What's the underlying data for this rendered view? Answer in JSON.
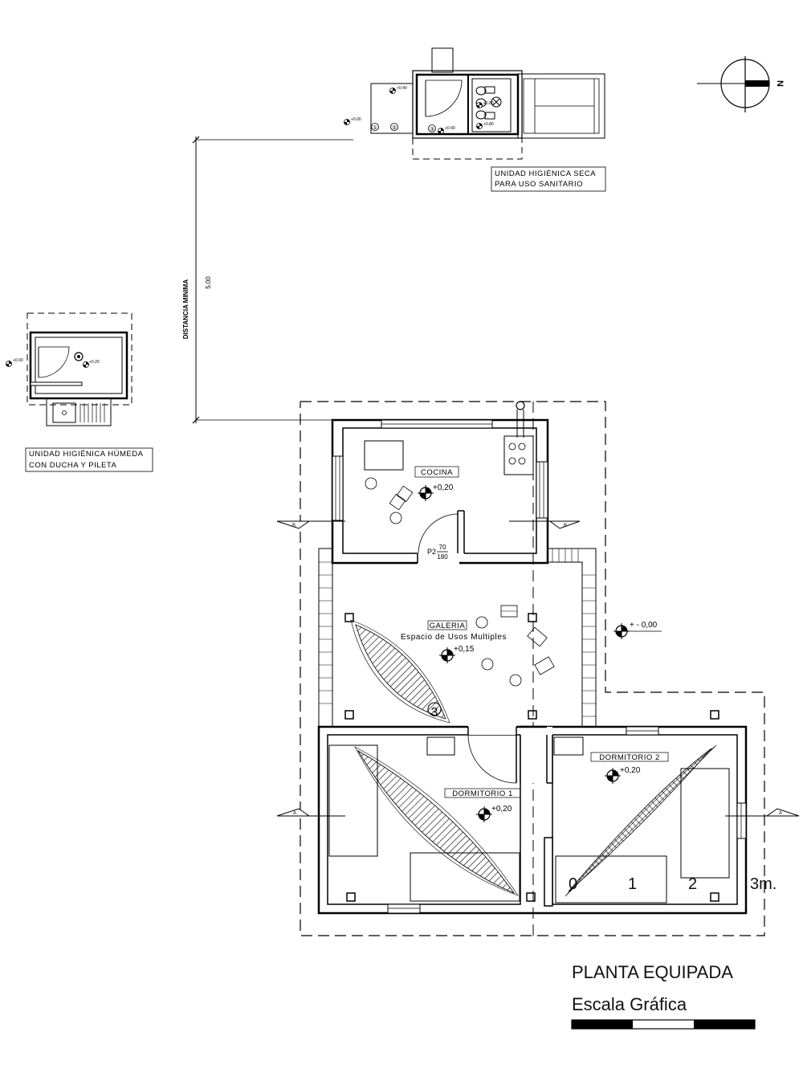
{
  "title": "PLANTA EQUIPADA",
  "scale": {
    "caption": "Escala Gráfica",
    "ticks": [
      "0",
      "1",
      "2",
      "3m."
    ]
  },
  "units": {
    "dry": {
      "label_line1": "UNIDAD HIGIÉNICA SECA",
      "label_line2": "PARA USO SANITARIO",
      "marks": [
        "①",
        "②",
        "③"
      ],
      "levels": [
        "+0.40",
        "+0.00",
        "+0.40",
        "+0.80",
        "+0.80"
      ]
    },
    "wet": {
      "label_line1": "UNIDAD HIGIÉNICA HÚMEDA",
      "label_line2": "CON DUCHA Y PILETA",
      "levels": [
        "+0.00",
        "+0.20"
      ]
    }
  },
  "distance": {
    "label": "DISTANCIA MINIMA",
    "value": "5.00"
  },
  "north": {
    "label": "N"
  },
  "rooms": {
    "cocina": {
      "name": "COCINA",
      "level": "+0,20",
      "door_code": "P2",
      "door_w": "70",
      "door_h": "180"
    },
    "galeria": {
      "name": "GALERIA",
      "desc": "Espacio de Usos Multiples",
      "level": "+0,15",
      "marker": "3"
    },
    "dorm1": {
      "name": "DORMITORIO 1",
      "level": "+0,20"
    },
    "dorm2": {
      "name": "DORMITORIO 2",
      "level": "+0,20"
    }
  },
  "exterior_level": "+ - 0,00",
  "sections": {
    "a": "A",
    "b": "B"
  }
}
